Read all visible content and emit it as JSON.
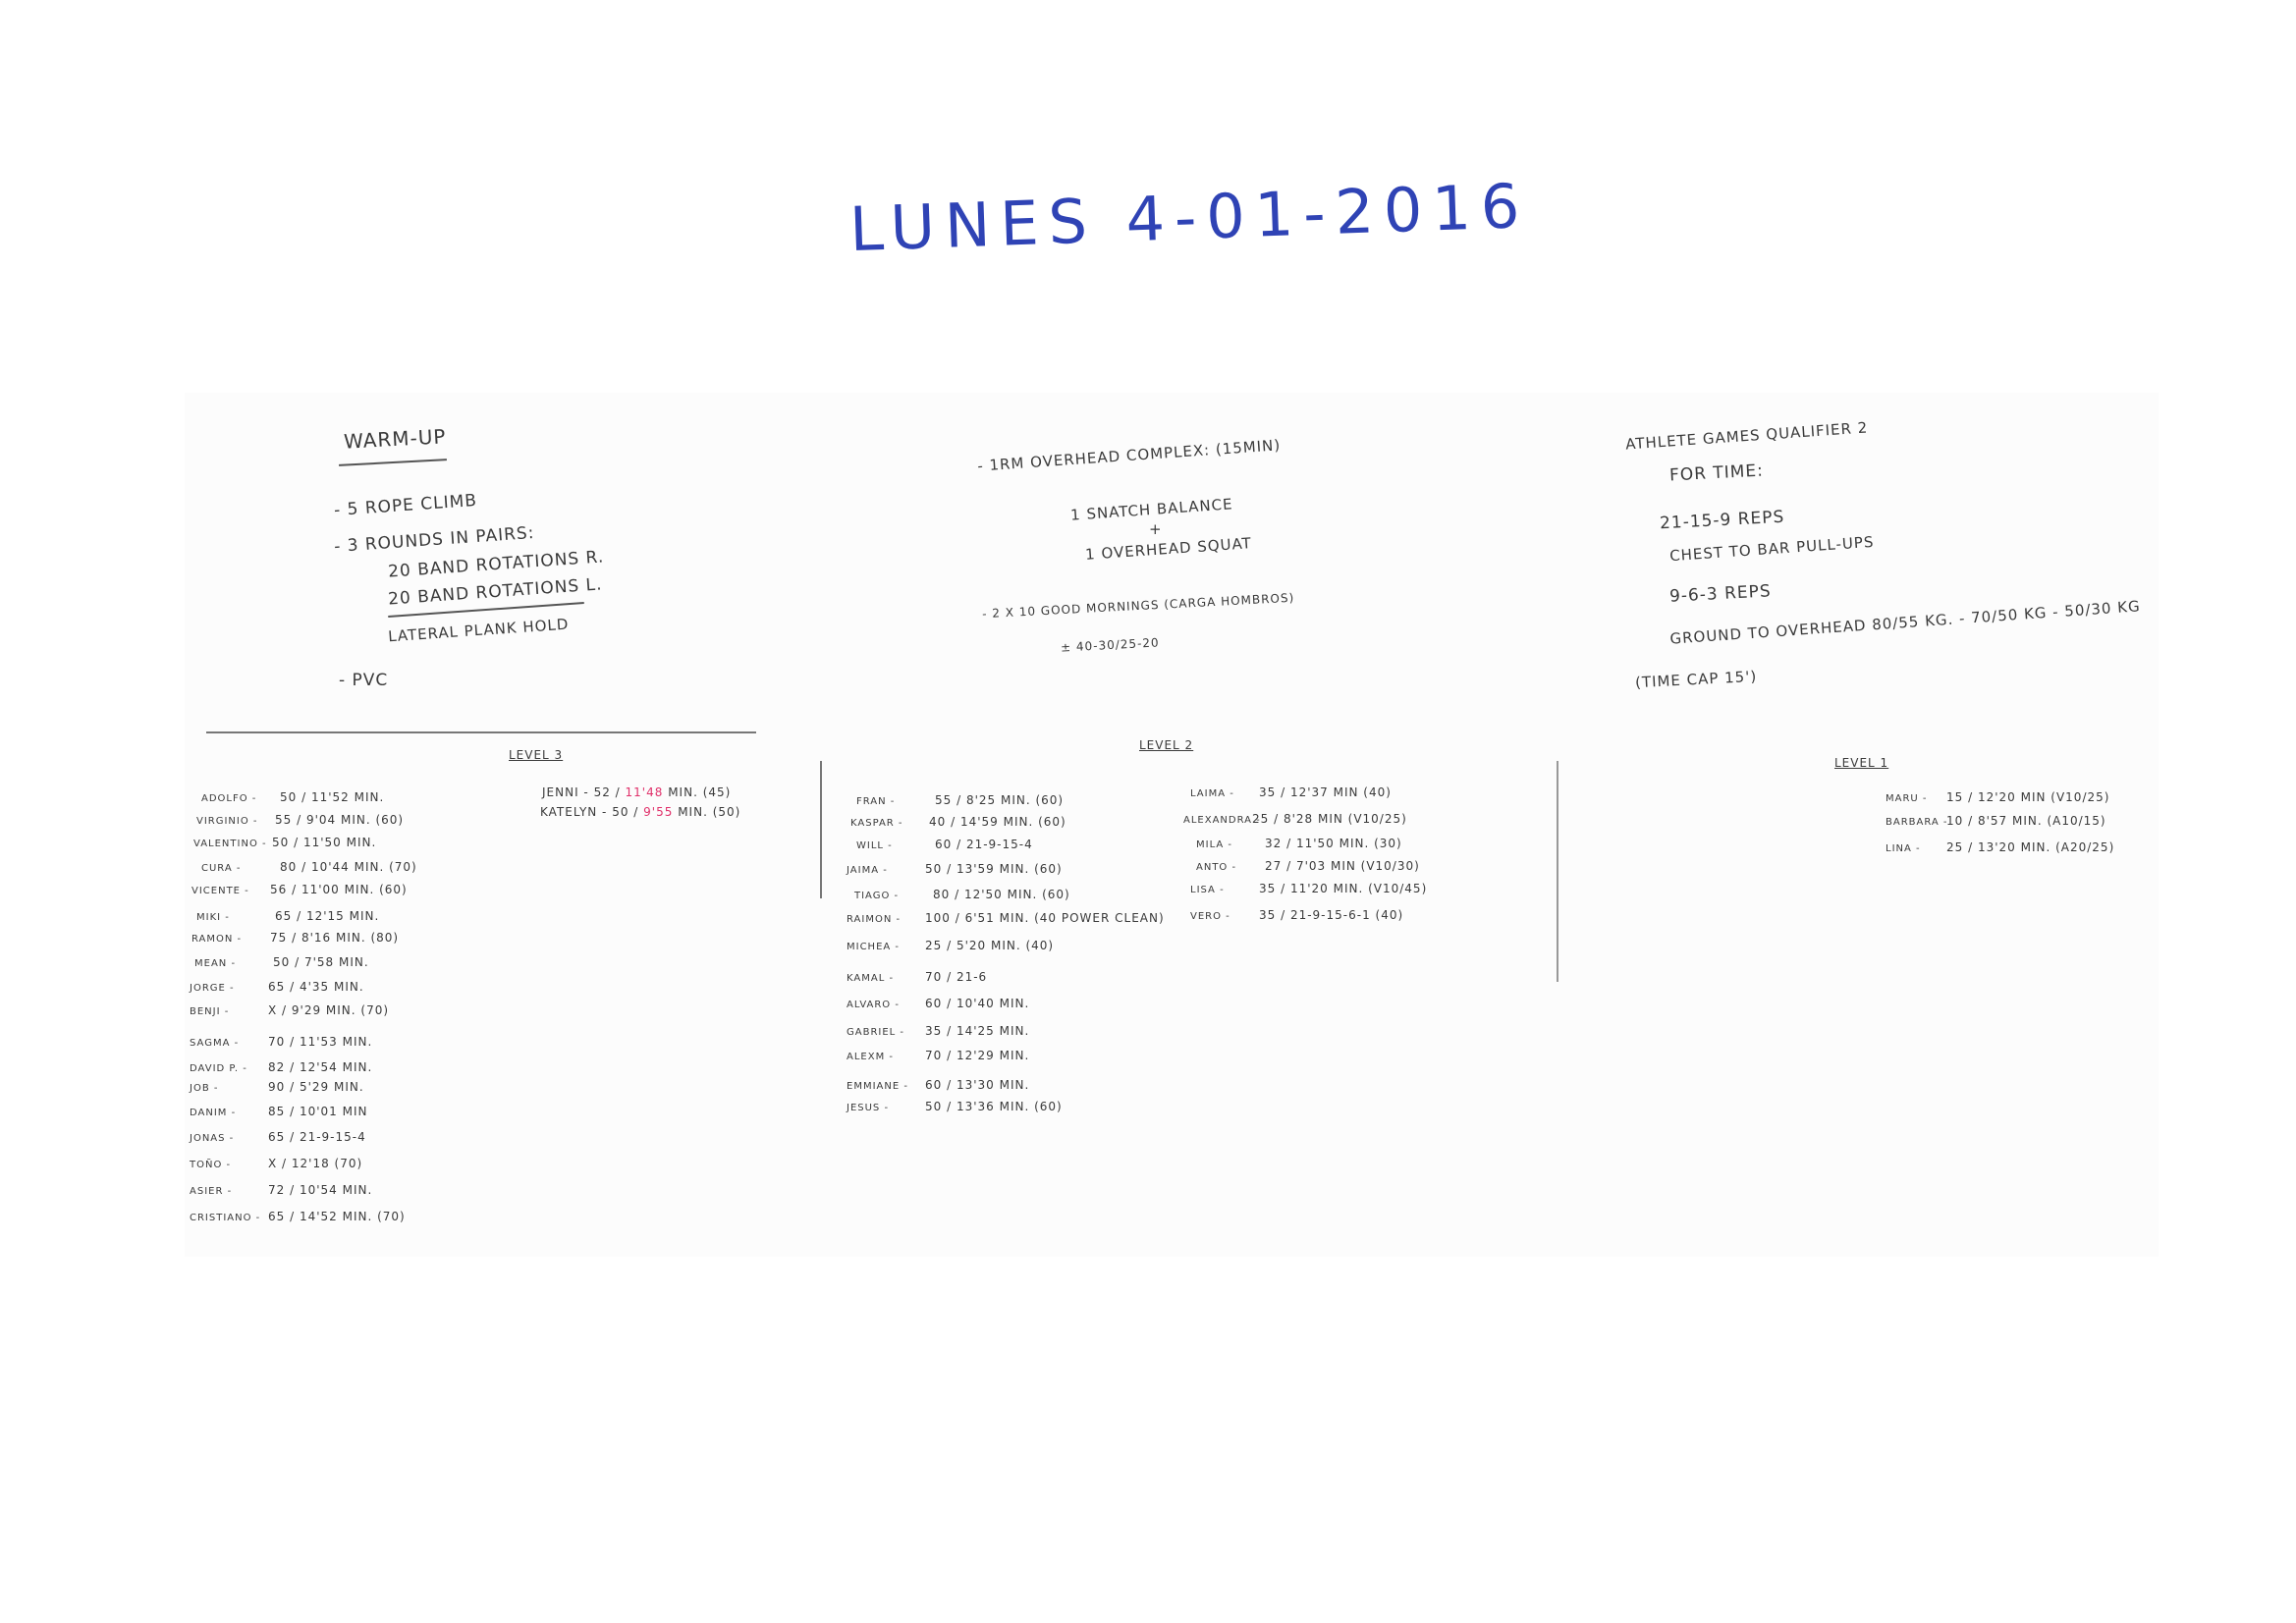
{
  "title": "LUNES 4-01-2016",
  "warmup": {
    "heading": "WARM-UP",
    "lines": [
      "- 5 ROPE CLIMB",
      "- 3 ROUNDS IN PAIRS:",
      "20 BAND ROTATIONS R.",
      "20 BAND ROTATIONS L.",
      "LATERAL PLANK HOLD",
      "- PVC"
    ]
  },
  "strength": {
    "lines": [
      "- 1RM OVERHEAD COMPLEX: (15min)",
      "1 SNATCH BALANCE",
      "+",
      "1 OVERHEAD SQUAT",
      "- 2 x 10 GOOD MORNINGS (CARGA HOMBROS)",
      "± 40-30/25-20"
    ]
  },
  "wod": {
    "lines": [
      "ATHLETE GAMES QUALIFIER 2",
      "FOR TIME:",
      "21-15-9 REPS",
      "CHEST TO BAR PULL-UPS",
      "9-6-3 REPS",
      "GROUND TO OVERHEAD 80/55 kg. - 70/50 kg - 50/30 kg",
      "(TIME CAP 15')"
    ]
  },
  "levels": {
    "level3_label": "LEVEL 3",
    "level2_label": "LEVEL 2",
    "level1_label": "LEVEL 1"
  },
  "level3_rows": [
    {
      "name": "ADOLFO -",
      "value": "50 / 11'52 MIN."
    },
    {
      "name": "VIRGINIO -",
      "value": "55 / 9'04 MIN. (60)"
    },
    {
      "name": "VALENTINO -",
      "value": "50 / 11'50 MIN."
    },
    {
      "name": "CURA -",
      "value": "80 / 10'44 MIN. (70)"
    },
    {
      "name": "VICENTE -",
      "value": "56 / 11'00 MIN. (60)"
    },
    {
      "name": "MIKI -",
      "value": "65 / 12'15 MIN."
    },
    {
      "name": "RAMON -",
      "value": "75 / 8'16 MIN. (80)"
    },
    {
      "name": "MEAN -",
      "value": "50 / 7'58 MIN."
    },
    {
      "name": "JORGE -",
      "value": "65 / 4'35 MIN."
    },
    {
      "name": "BENJI -",
      "value": "X / 9'29 MIN. (70)"
    },
    {
      "name": "SAGMA -",
      "value": "70 / 11'53 MIN."
    },
    {
      "name": "DAVID P. -",
      "value": "82 / 12'54 MIN."
    },
    {
      "name": "JOB -",
      "value": "90 / 5'29 MIN."
    },
    {
      "name": "DANIM -",
      "value": "85 / 10'01 MIN"
    },
    {
      "name": "JONAS -",
      "value": "65 / 21-9-15-4"
    },
    {
      "name": "TOÑO -",
      "value": "X / 12'18 (70)"
    },
    {
      "name": "ASIER -",
      "value": "72 / 10'54 MIN."
    },
    {
      "name": "CRISTIANO -",
      "value": "65 / 14'52 MIN. (70)"
    }
  ],
  "level3_extra": [
    {
      "name": "JENNI - 52 /",
      "time": "11'48",
      "rest": "MIN. (45)"
    },
    {
      "name": "KATELYN - 50 /",
      "time": "9'55",
      "rest": "MIN. (50)"
    }
  ],
  "level2_col1": [
    {
      "name": "FRAN -",
      "value": "55 / 8'25 MIN. (60)"
    },
    {
      "name": "KASPAR -",
      "value": "40 / 14'59 MIN. (60)"
    },
    {
      "name": "WILL -",
      "value": "60 / 21-9-15-4"
    },
    {
      "name": "JAIMA -",
      "value": "50 / 13'59 MIN. (60)"
    },
    {
      "name": "TIAGO -",
      "value": "80 / 12'50 MIN. (60)"
    },
    {
      "name": "RAIMON -",
      "value": "100 / 6'51 MIN. (40 POWER CLEAN)"
    },
    {
      "name": "MICHEA -",
      "value": "25 / 5'20 MIN. (40)"
    },
    {
      "name": "KAMAL -",
      "value": "70 / 21-6"
    },
    {
      "name": "ALVARO -",
      "value": "60 / 10'40 MIN."
    },
    {
      "name": "GABRIEL -",
      "value": "35 / 14'25 MIN."
    },
    {
      "name": "ALEXM -",
      "value": "70 / 12'29 MIN."
    },
    {
      "name": "EMMIANE -",
      "value": "60 / 13'30 MIN."
    },
    {
      "name": "JESUS -",
      "value": "50 / 13'36 MIN. (60)"
    }
  ],
  "level2_col2": [
    {
      "name": "LAIMA -",
      "value": "35 / 12'37 MIN (40)"
    },
    {
      "name": "ALEXANDRA -",
      "value": "25 / 8'28 MIN (V10/25)"
    },
    {
      "name": "MILA -",
      "value": "32 / 11'50 MIN. (30)"
    },
    {
      "name": "ANTO -",
      "value": "27 / 7'03 MIN (V10/30)"
    },
    {
      "name": "LISA -",
      "value": "35 / 11'20 MIN. (V10/45)"
    },
    {
      "name": "VERO -",
      "value": "35 / 21-9-15-6-1 (40)"
    }
  ],
  "level1_rows": [
    {
      "name": "MARU -",
      "value": "15 / 12'20 MIN (V10/25)"
    },
    {
      "name": "BARBARA -",
      "value": "10 / 8'57 MIN. (A10/15)"
    },
    {
      "name": "LINA -",
      "value": "25 / 13'20 MIN. (A20/25)"
    }
  ]
}
